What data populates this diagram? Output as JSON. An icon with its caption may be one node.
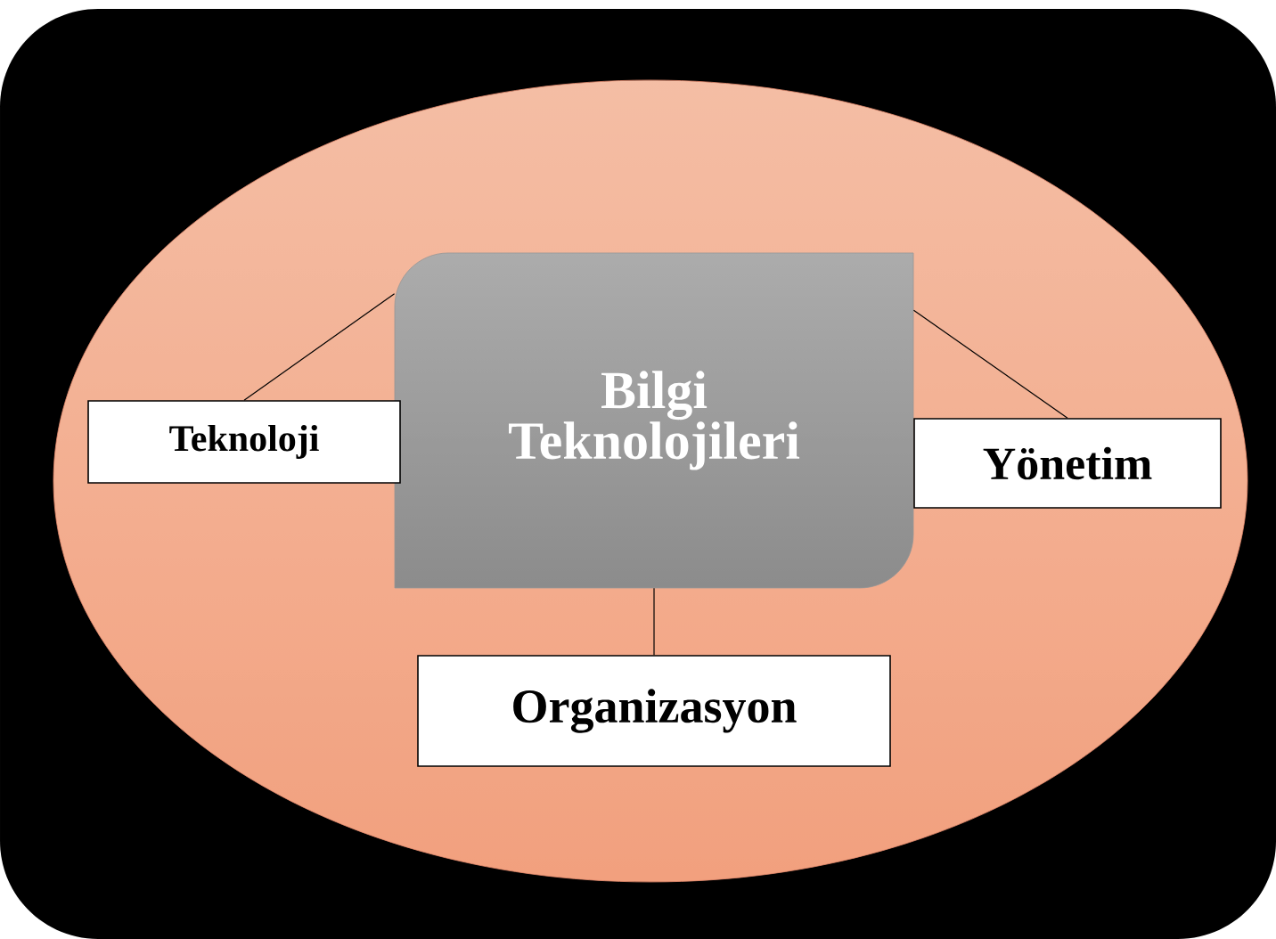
{
  "diagram": {
    "nodes": [
      {
        "text": [
          "Bilgi Teknolojileri"
        ]
      },
      {
        "text": [
          "Teknoloji"
        ]
      },
      {
        "text": [
          "Yönetim"
        ]
      },
      {
        "text": [
          "Organizasyon"
        ]
      }
    ],
    "edges": [
      {
        "from": 0,
        "to": 1,
        "arrow": "none"
      },
      {
        "from": 0,
        "to": 2,
        "arrow": "none"
      },
      {
        "from": 0,
        "to": 3,
        "arrow": "none"
      }
    ]
  }
}
